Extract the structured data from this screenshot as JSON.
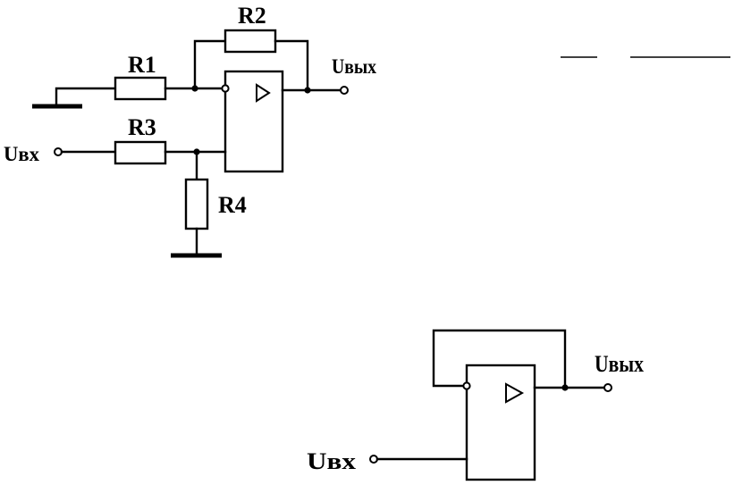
{
  "circuit1": {
    "r1_label": "R1",
    "r2_label": "R2",
    "r3_label": "R3",
    "r4_label": "R4",
    "input_label": "Uвх",
    "output_label": "Uвых"
  },
  "circuit2": {
    "input_label": "Uвх",
    "output_label": "Uвых"
  },
  "colors": {
    "ink": "#000000",
    "paper": "#ffffff"
  }
}
